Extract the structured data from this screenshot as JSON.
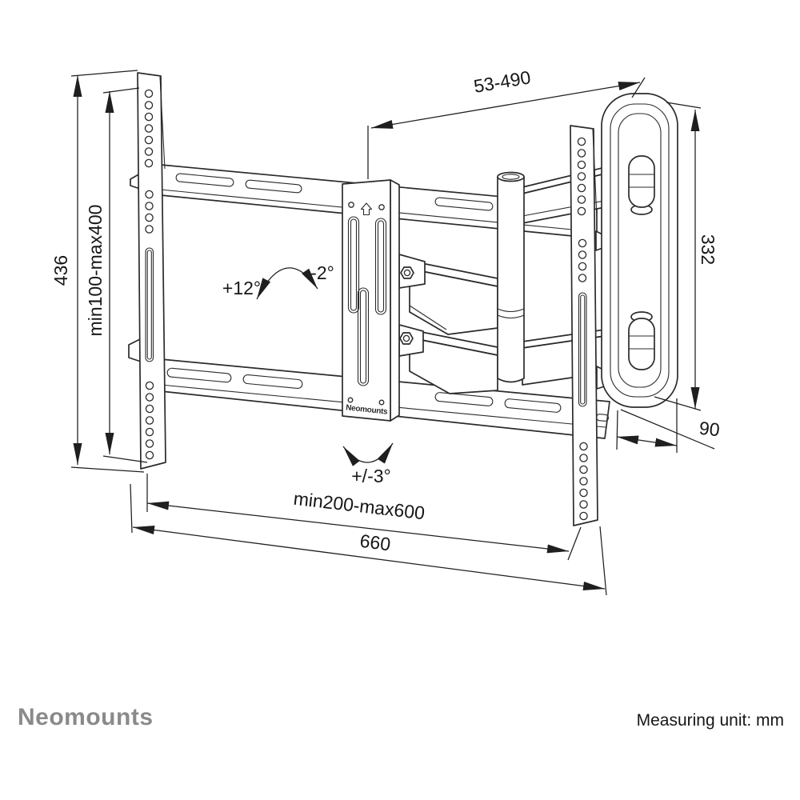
{
  "page": {
    "background": "#ffffff"
  },
  "drawing": {
    "stroke_color": "#2b2b2b",
    "plate_brand": "Neomounts",
    "dimensions": {
      "total_height": "436",
      "vesa_vertical": "min100-max400",
      "extension_depth": "53-490",
      "wall_plate_height": "332",
      "wall_depth": "90",
      "vesa_horizontal": "min200-max600",
      "total_width": "660",
      "tilt_up": "+12°",
      "tilt_down": "-2°",
      "swivel": "+/-3°"
    }
  },
  "footer": {
    "brand": "Neomounts",
    "brand_color": "#8a8a8a",
    "measuring_unit": "Measuring unit: mm"
  }
}
